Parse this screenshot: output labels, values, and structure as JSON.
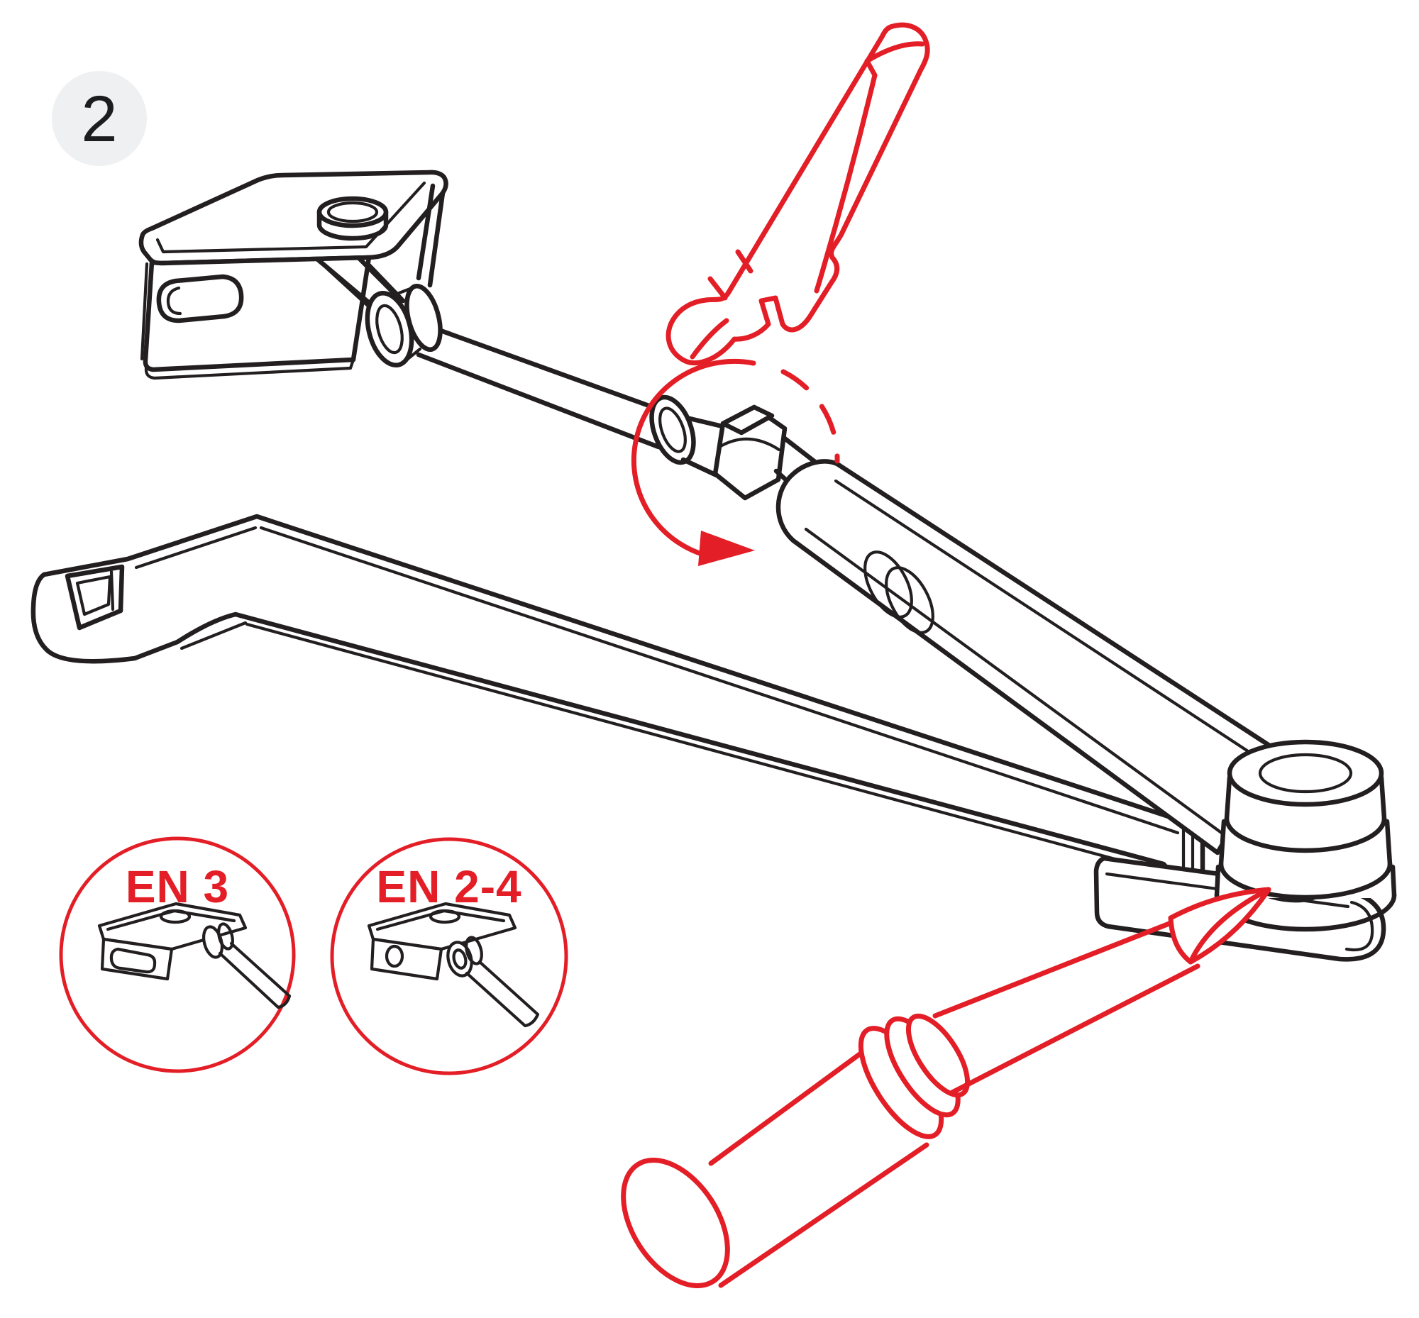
{
  "step_badge": {
    "number": "2",
    "background": "#eef0f1",
    "text_color": "#1d1d1f"
  },
  "colors": {
    "line_black": "#231f20",
    "accent_red": "#e31e26",
    "background": "#ffffff"
  },
  "callouts": {
    "left": {
      "label": "EN 3"
    },
    "right": {
      "label": "EN 2-4"
    }
  }
}
